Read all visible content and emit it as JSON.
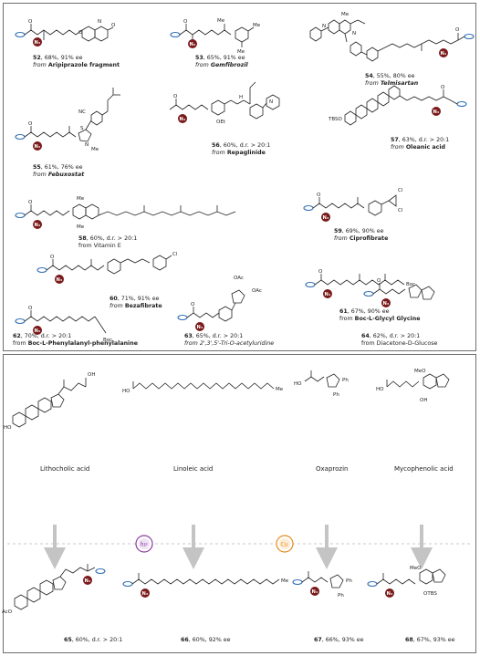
{
  "compounds_top": [
    {
      "id": "c52",
      "num": "52",
      "yield": "68%",
      "ee": "91% ee",
      "from_prefix": "from",
      "source": "Aripiprazole fragment",
      "source_italic": false
    },
    {
      "id": "c53",
      "num": "53",
      "yield": "65%",
      "ee": "91% ee",
      "from_prefix": "from",
      "source": "Gemfibrozil",
      "source_italic": true
    },
    {
      "id": "c54",
      "num": "54",
      "yield": "55%",
      "ee": "80% ee",
      "from_prefix": "from",
      "source": "Telmisartan",
      "source_italic": true
    },
    {
      "id": "c55",
      "num": "55",
      "yield": "61%",
      "ee": "76% ee",
      "from_prefix": "from",
      "source": "Febuxostat",
      "source_italic": true
    },
    {
      "id": "c56",
      "num": "56",
      "yield": "60%",
      "ee": "d.r. > 20:1",
      "from_prefix": "from",
      "source": "Repaglinide",
      "source_italic": false
    },
    {
      "id": "c57",
      "num": "57",
      "yield": "63%",
      "ee": "d.r. > 20:1",
      "from_prefix": "from",
      "source": "Oleanic acid",
      "source_italic": false
    },
    {
      "id": "c58",
      "num": "58",
      "yield": "60%",
      "ee": "d.r. > 20:1",
      "from_prefix": "from",
      "source": "Vitamin E",
      "source_italic": false
    },
    {
      "id": "c59",
      "num": "59",
      "yield": "69%",
      "ee": "90% ee",
      "from_prefix": "from",
      "source": "Ciprofibrate",
      "source_italic": false
    },
    {
      "id": "c60",
      "num": "60",
      "yield": "71%",
      "ee": "91% ee",
      "from_prefix": "from",
      "source": "Bezafibrate",
      "source_italic": false
    },
    {
      "id": "c61",
      "num": "61",
      "yield": "67%",
      "ee": "90% ee",
      "from_prefix": "from",
      "source": "Boc-L-Glycyl Glycine",
      "source_italic": false
    },
    {
      "id": "c62",
      "num": "62",
      "yield": "70%",
      "ee": "d.r. > 20:1",
      "from_prefix": "from",
      "source": "Boc-L-Phenylalanyl-phenylalanine",
      "source_italic": false
    },
    {
      "id": "c63",
      "num": "63",
      "yield": "65%",
      "ee": "d.r. > 20:1",
      "from_prefix": "from",
      "source": "2',3',5'-Tri-O-acetyluridine",
      "source_italic": true
    },
    {
      "id": "c64",
      "num": "64",
      "yield": "62%",
      "ee": "d.r. > 20:1",
      "from_prefix": "from",
      "source": "Diacetone-D-Glucose",
      "source_italic": false
    }
  ],
  "compounds_bottom": [
    {
      "id": "c65",
      "num": "65",
      "yield": "60%",
      "ee": "d.r. > 20:1"
    },
    {
      "id": "c66",
      "num": "66",
      "yield": "60%",
      "ee": "92% ee"
    },
    {
      "id": "c67",
      "num": "67",
      "yield": "66%",
      "ee": "93% ee"
    },
    {
      "id": "c68",
      "num": "68",
      "yield": "67%",
      "ee": "93% ee"
    }
  ],
  "substrates": {
    "lithocholic": "Lithocholic acid",
    "linoleic": "Linoleic acid",
    "oxaprozin": "Oxaprozin",
    "mycophenolic": "Mycophenolic acid"
  },
  "catalysts": {
    "light": "hν",
    "copper": "Cu"
  },
  "atoms": {
    "n3": "N₃",
    "o": "O",
    "n": "N",
    "h": "H",
    "me": "Me",
    "ho": "HO",
    "aco": "AcO",
    "ph": "Ph",
    "cl": "Cl",
    "ome": "MeO",
    "otbs": "OTBS",
    "tbso": "TBSO",
    "oet": "OEt",
    "oac": "OAc",
    "boc": "Boc",
    "nc": "NC",
    "s": "S",
    "oh": "OH"
  },
  "colors": {
    "azide_badge": "#7a1a1a",
    "vinyl_oval": "#2f6db5",
    "frame": "#6f6f6f",
    "divider": "#b9b9b9",
    "arrow": "#c4c4c4",
    "light_badge": "#8a3ea0",
    "copper_badge": "#e58a1c"
  }
}
